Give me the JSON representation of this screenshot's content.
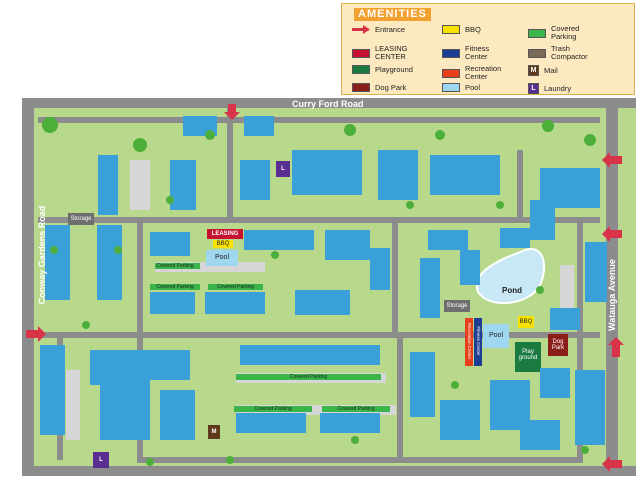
{
  "legend": {
    "title": "AMENITIES",
    "items": [
      {
        "label": "Entrance",
        "color": "#d9334a",
        "kind": "arrow"
      },
      {
        "label": "BBQ",
        "color": "#f7e200"
      },
      {
        "label": "Covered\nParking",
        "color": "#3ab54a"
      },
      {
        "label": "LEASING\nCENTER",
        "color": "#c41230"
      },
      {
        "label": "Fitness\nCenter",
        "color": "#1c3f94"
      },
      {
        "label": "Trash\nCompactor",
        "color": "#7a6a5a"
      },
      {
        "label": "Playground",
        "color": "#1a7a40"
      },
      {
        "label": "Recreation\nCenter",
        "color": "#e8401c"
      },
      {
        "label": "Mail",
        "color": "#5c3a1a",
        "glyph": "M"
      },
      {
        "label": "Dog Park",
        "color": "#8a1f1a"
      },
      {
        "label": "Pool",
        "color": "#9fd6f0"
      },
      {
        "label": "Laundry",
        "color": "#5a2d91",
        "glyph": "L"
      }
    ]
  },
  "streets": {
    "north": "Curry Ford Road",
    "west": "Conway Gardens Road",
    "east": "Wataugа Avenue"
  },
  "labels": {
    "leasing": "LEASING",
    "bbq": "BBQ",
    "pool": "Pool",
    "pond": "Pond",
    "storage": "Storage",
    "covered_parking": "Covered Parking",
    "playground": "Play\nground",
    "dog_park": "Dog\nPark",
    "fitness_center": "Fitness Center",
    "recreation_center": "Recreation Center",
    "mail": "M",
    "laundry": "L"
  },
  "colors": {
    "grass": "#b8d88c",
    "road": "#8c8c8c",
    "building": "#3aa0d8",
    "parking": "#cfcfcf"
  }
}
